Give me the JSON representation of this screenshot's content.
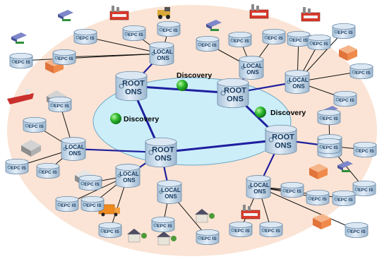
{
  "root_ons_label": [
    "ROOT",
    "ONS"
  ],
  "local_ons_label": [
    "LOCAL",
    "ONS"
  ],
  "epc_is_label": "EPC IS",
  "discovery_label": "Discovery",
  "colors": {
    "background_oval": "#fbe4d5",
    "inner_ring": "#cceef9",
    "ring_line": "#1f1f9e",
    "thin_line": "#111111",
    "discovery_node": "#2db82d",
    "cylinder_body": "#b9cfe2",
    "cylinder_top": "#dbe8f3",
    "cylinder_stroke": "#6b8aa8"
  },
  "icons": [
    "factory-icon",
    "truck-icon",
    "warehouse-icon",
    "ship-icon",
    "house-icon",
    "reader-icon"
  ]
}
